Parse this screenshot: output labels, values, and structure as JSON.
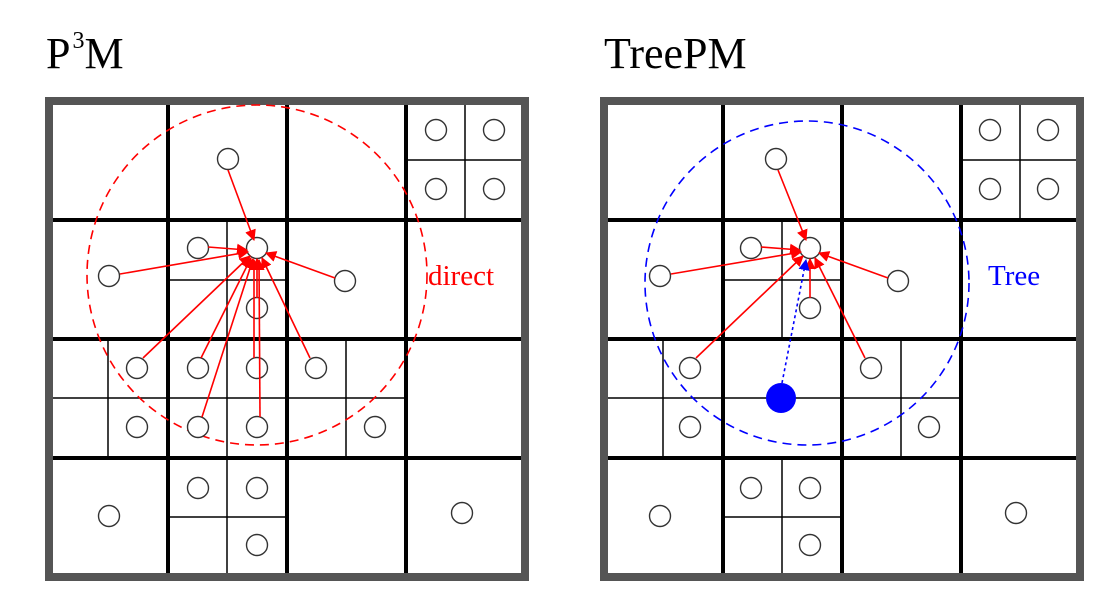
{
  "panels": [
    {
      "id": "p3m",
      "title_main": "P",
      "title_sup": "3",
      "title_rest": "M",
      "region_label": "direct",
      "region_color": "#ff0000"
    },
    {
      "id": "treepm",
      "title_main": "TreePM",
      "title_sup": "",
      "title_rest": "",
      "region_label": "Tree",
      "region_color": "#0000ff"
    }
  ],
  "colors": {
    "force_arrow": "#ff0000",
    "tree_node": "#0000ff",
    "grid_outer": "#555555",
    "grid_line": "#000000"
  }
}
